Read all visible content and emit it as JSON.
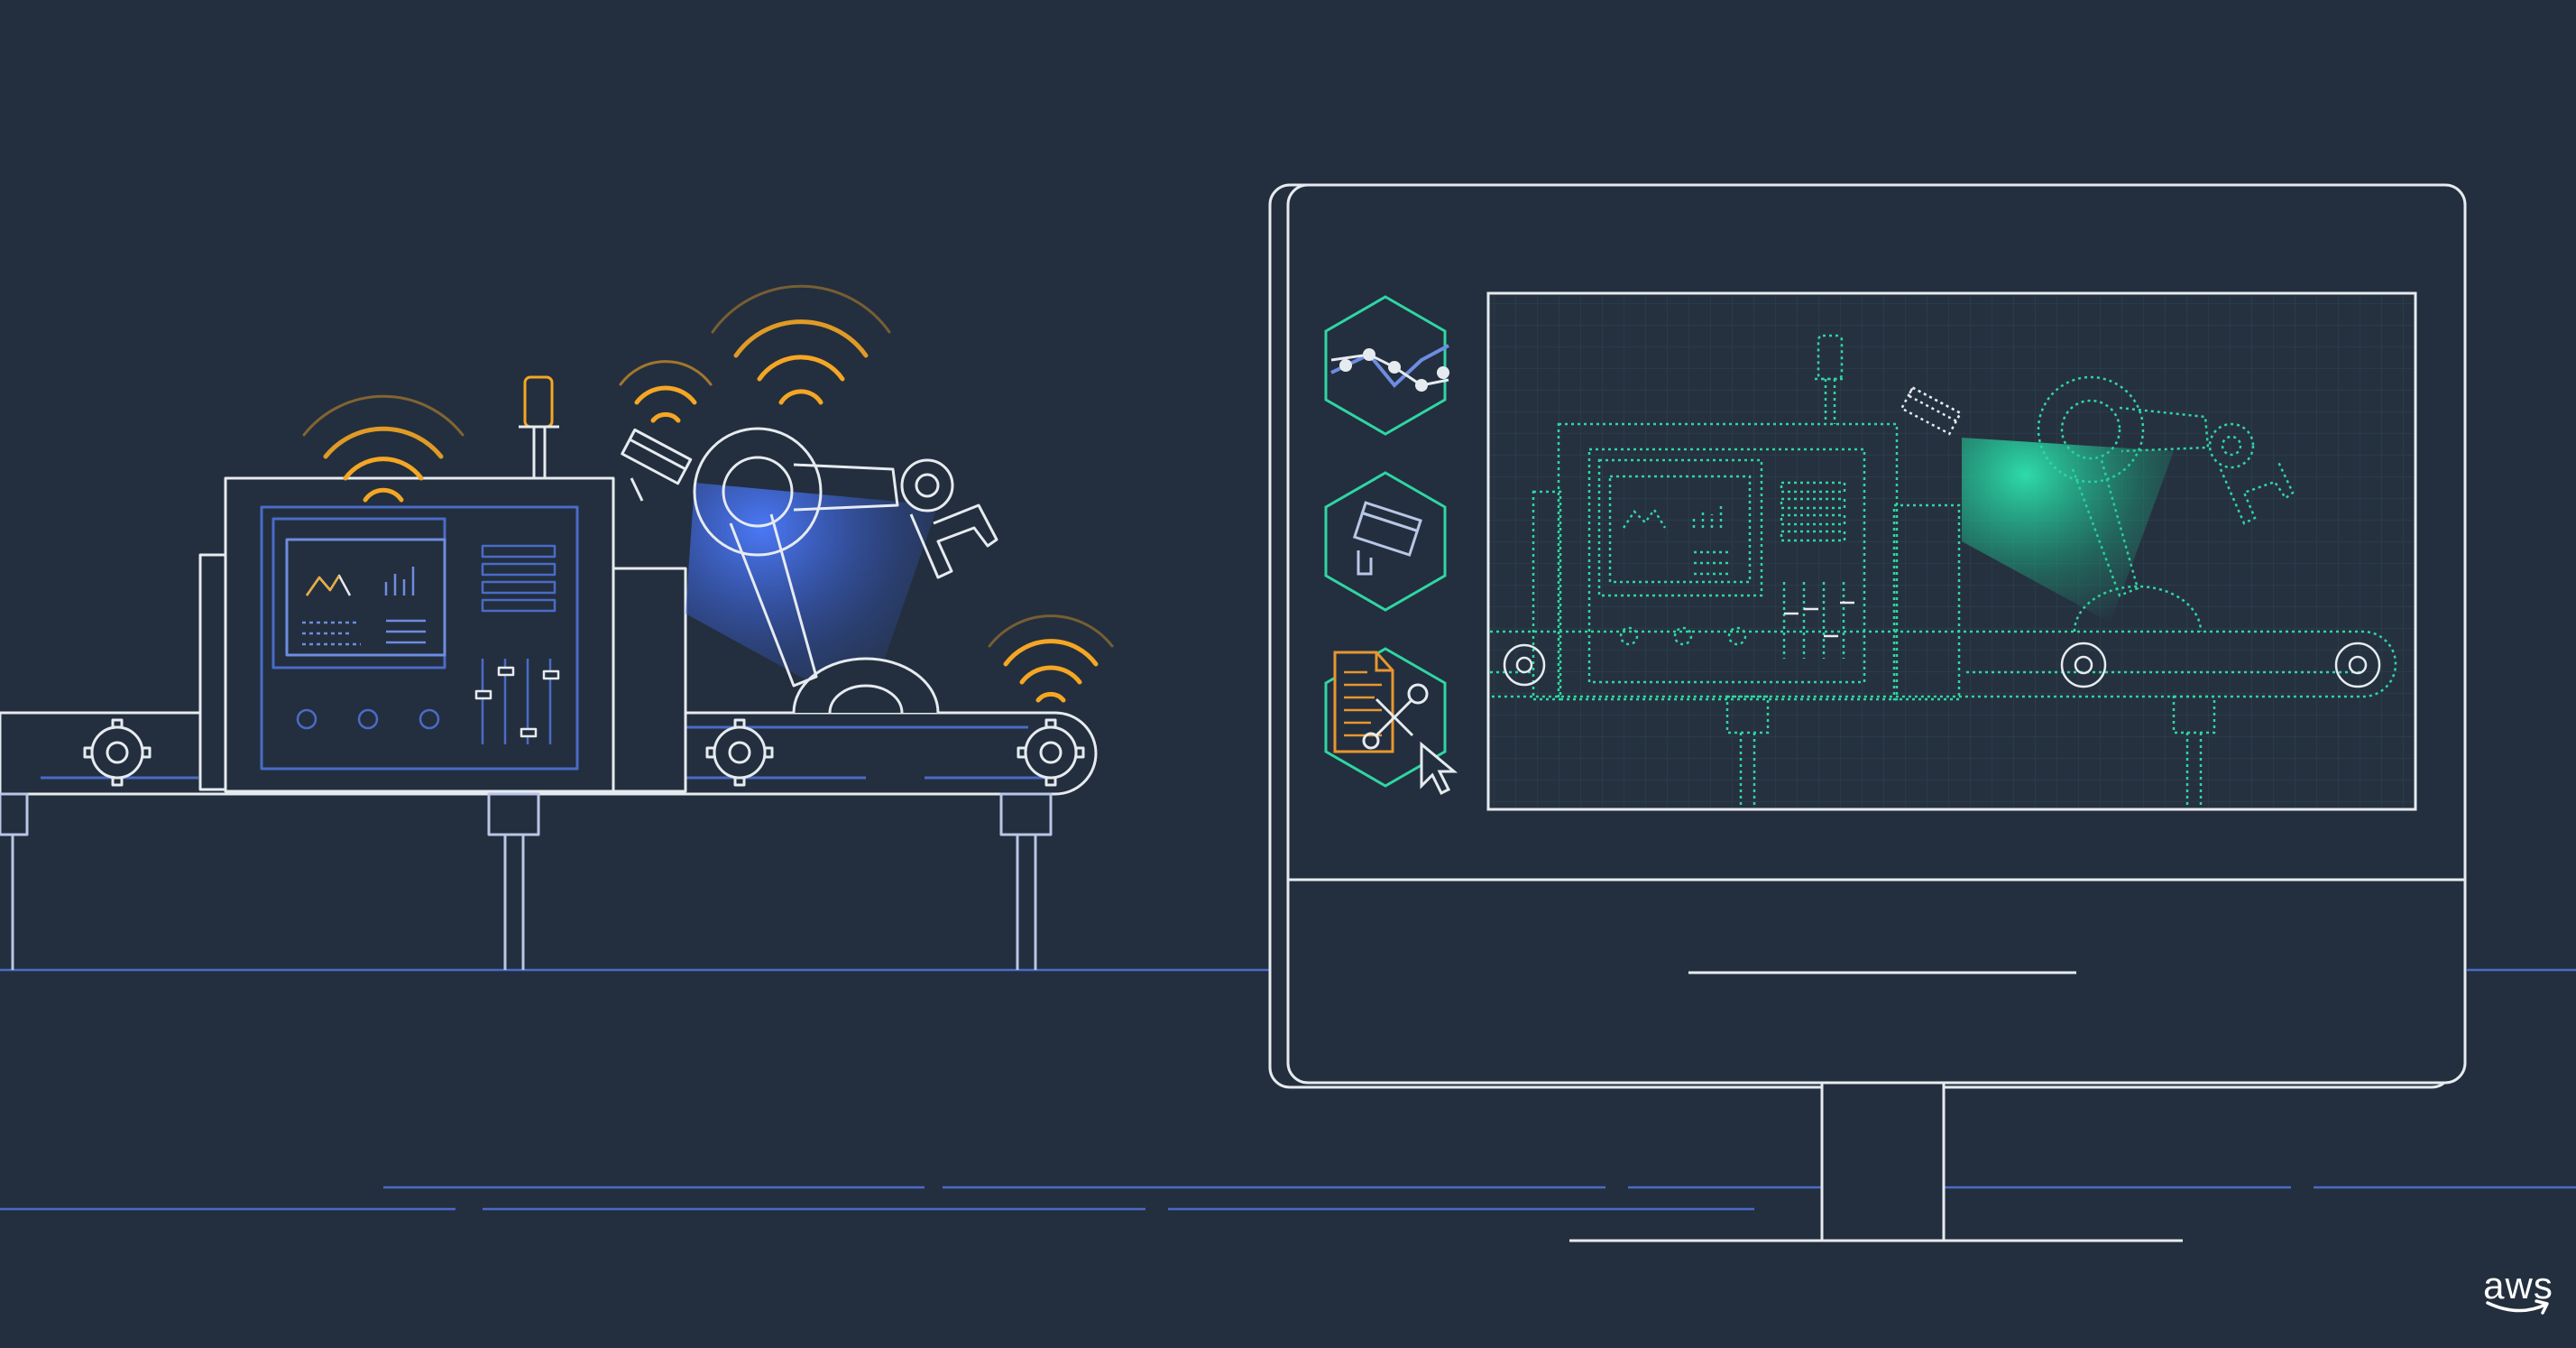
{
  "logo": {
    "text": "aws",
    "icon": "aws-smile-arrow"
  },
  "colors": {
    "background": "#232f3e",
    "line": "#e6ebf0",
    "floor": "#4a6bc7",
    "signal": "#f5a623",
    "camera_beam": "#4d7cff",
    "twin_accent": "#2fd6a3",
    "document": "#e8962e"
  },
  "scene": {
    "physical_machine": "conveyor-machine-with-robot-arm",
    "digital_twin_monitor": "monitor-with-digital-twin",
    "sidebar_icons": [
      "line-chart-hex-icon",
      "camera-hex-icon",
      "document-tools-hex-icon"
    ]
  }
}
